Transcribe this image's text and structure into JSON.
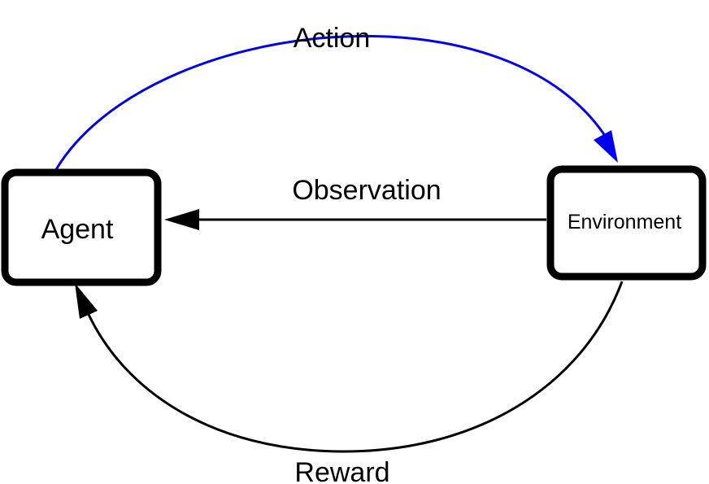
{
  "nodes": {
    "agent": {
      "label": "Agent"
    },
    "environment": {
      "label": "Environment"
    }
  },
  "edges": {
    "action": {
      "label": "Action",
      "color": "#0000ee"
    },
    "observation": {
      "label": "Observation",
      "color": "#000000"
    },
    "reward": {
      "label": "Reward",
      "color": "#000000"
    }
  }
}
